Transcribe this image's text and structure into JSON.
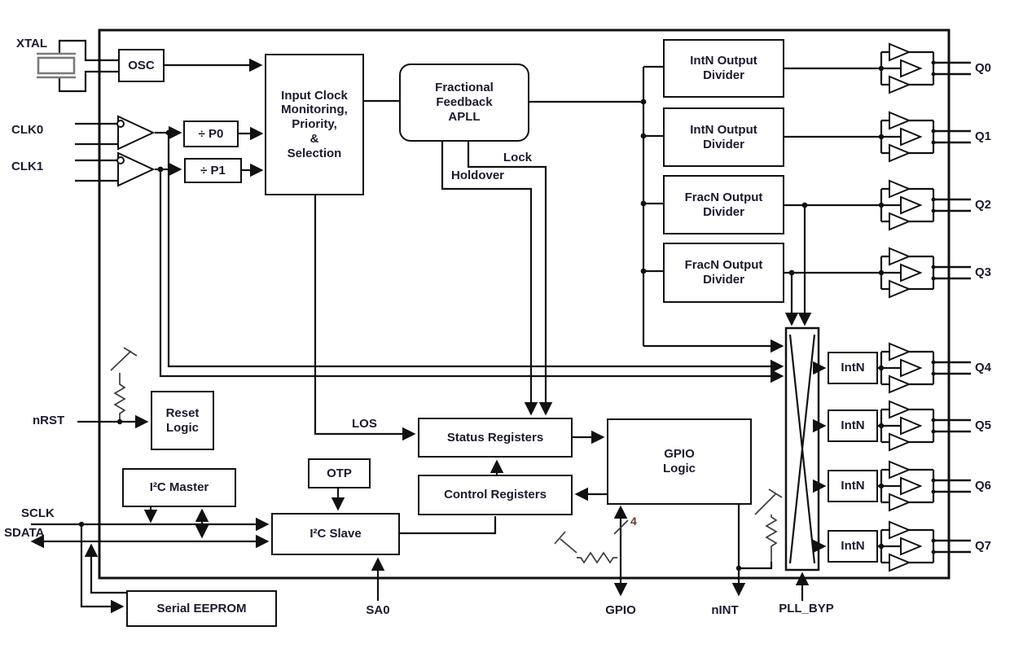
{
  "colors": {
    "line": "#111111",
    "text": "#1a1a2e",
    "background": "#ffffff",
    "annotation": "#6b3a2a"
  },
  "blocks": {
    "osc": "OSC",
    "p0": "÷ P0",
    "p1": "÷ P1",
    "input_clock": "Input Clock\nMonitoring,\nPriority,\n&\nSelection",
    "apll": "Fractional\nFeedback\nAPLL",
    "int_div_1": "IntN Output\nDivider",
    "int_div_2": "IntN Output\nDivider",
    "frac_div_1": "FracN Output\nDivider",
    "frac_div_2": "FracN Output\nDivider",
    "intn_q4": "IntN",
    "intn_q5": "IntN",
    "intn_q6": "IntN",
    "intn_q7": "IntN",
    "reset_logic": "Reset\nLogic",
    "i2c_master": "I²C Master",
    "otp": "OTP",
    "i2c_slave": "I²C Slave",
    "serial_eeprom": "Serial EEPROM",
    "status_registers": "Status Registers",
    "control_registers": "Control Registers",
    "gpio_logic": "GPIO\nLogic"
  },
  "pins": {
    "xtal": "XTAL",
    "clk0": "CLK0",
    "clk1": "CLK1",
    "nrst": "nRST",
    "sclk": "SCLK",
    "sdata": "SDATA",
    "sa0": "SA0",
    "gpio": "GPIO",
    "nint": "nINT",
    "pll_byp": "PLL_BYP",
    "q0": "Q0",
    "q1": "Q1",
    "q2": "Q2",
    "q3": "Q3",
    "q4": "Q4",
    "q5": "Q5",
    "q6": "Q6",
    "q7": "Q7"
  },
  "signals": {
    "los": "LOS",
    "lock": "Lock",
    "holdover": "Holdover",
    "gpio_bus_width": "4"
  }
}
